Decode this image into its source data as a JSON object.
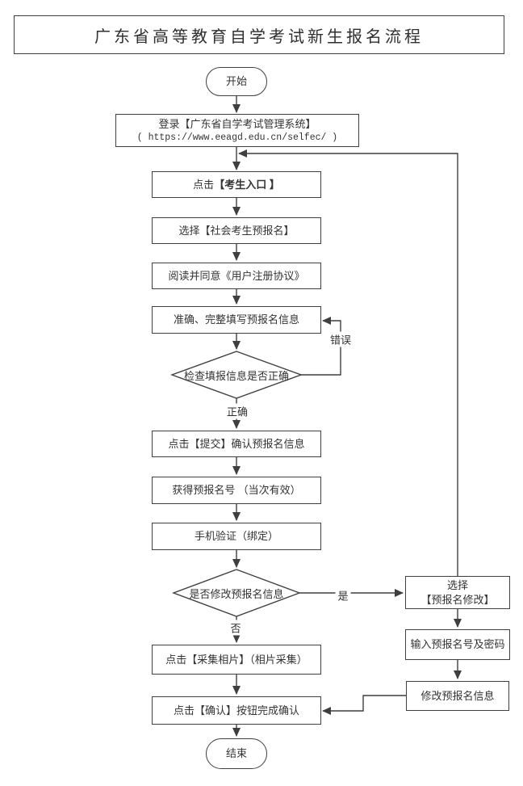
{
  "title": "广东省高等教育自学考试新生报名流程",
  "colors": {
    "line": "#3f3f3f",
    "text": "#333333",
    "background": "#ffffff"
  },
  "flow": {
    "start": "开始",
    "login": {
      "title": "登录【广东省自学考试管理系统】",
      "url": "( https://www.eeagd.edu.cn/selfec/ )"
    },
    "click_entrance": {
      "prefix": "点击",
      "target": "【考生入口 】"
    },
    "select_preregister": "选择【社会考生预报名】",
    "agree_protocol": "阅读并同意《用户注册协议》",
    "fill_info": "准确、完整填写预报名信息",
    "check_info": "检查填报信息是否正确",
    "submit_confirm": "点击【提交】确认预报名信息",
    "get_number": "获得预报名号 （当次有效）",
    "phone_verify": "手机验证（绑定）",
    "modify_decision": "是否修改预报名信息",
    "collect_photo": "点击【采集相片】（相片采集）",
    "click_confirm": "点击【确认】按钮完成确认",
    "end": "结束"
  },
  "branch": {
    "select_modify_line1": "选择",
    "select_modify_line2": "【预报名修改】",
    "input_number": "输入预报名号及密码",
    "modify_info": "修改预报名信息"
  },
  "edge_labels": {
    "error": "错误",
    "correct": "正确",
    "yes": "是",
    "no": "否"
  }
}
